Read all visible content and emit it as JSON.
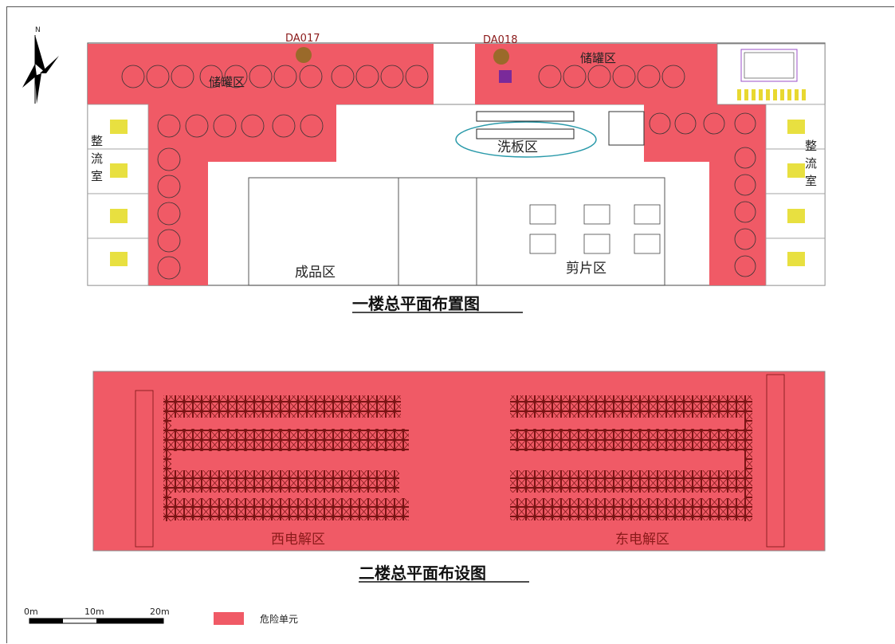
{
  "floor1": {
    "title": "一楼总平面布置图",
    "labels": {
      "tank_west": "储罐区",
      "tank_east": "储罐区",
      "wash": "洗板区",
      "finished": "成品区",
      "cutting": "剪片区",
      "rect_west": [
        "整",
        "流",
        "室"
      ],
      "rect_east": [
        "整",
        "流",
        "室"
      ]
    },
    "units": {
      "west": "DA017",
      "east": "DA018"
    },
    "compass": "N"
  },
  "floor2": {
    "title": "二楼总平面布设图",
    "labels": {
      "west": "西电解区",
      "east": "东电解区"
    }
  },
  "scale": {
    "zero": "0m",
    "mid": "10m",
    "end": "20m"
  },
  "legend": {
    "label": "危险单元",
    "color": "#f05a66"
  },
  "colors": {
    "hazard": "#f05a66",
    "cell": "#7a1414",
    "line": "#555555"
  }
}
